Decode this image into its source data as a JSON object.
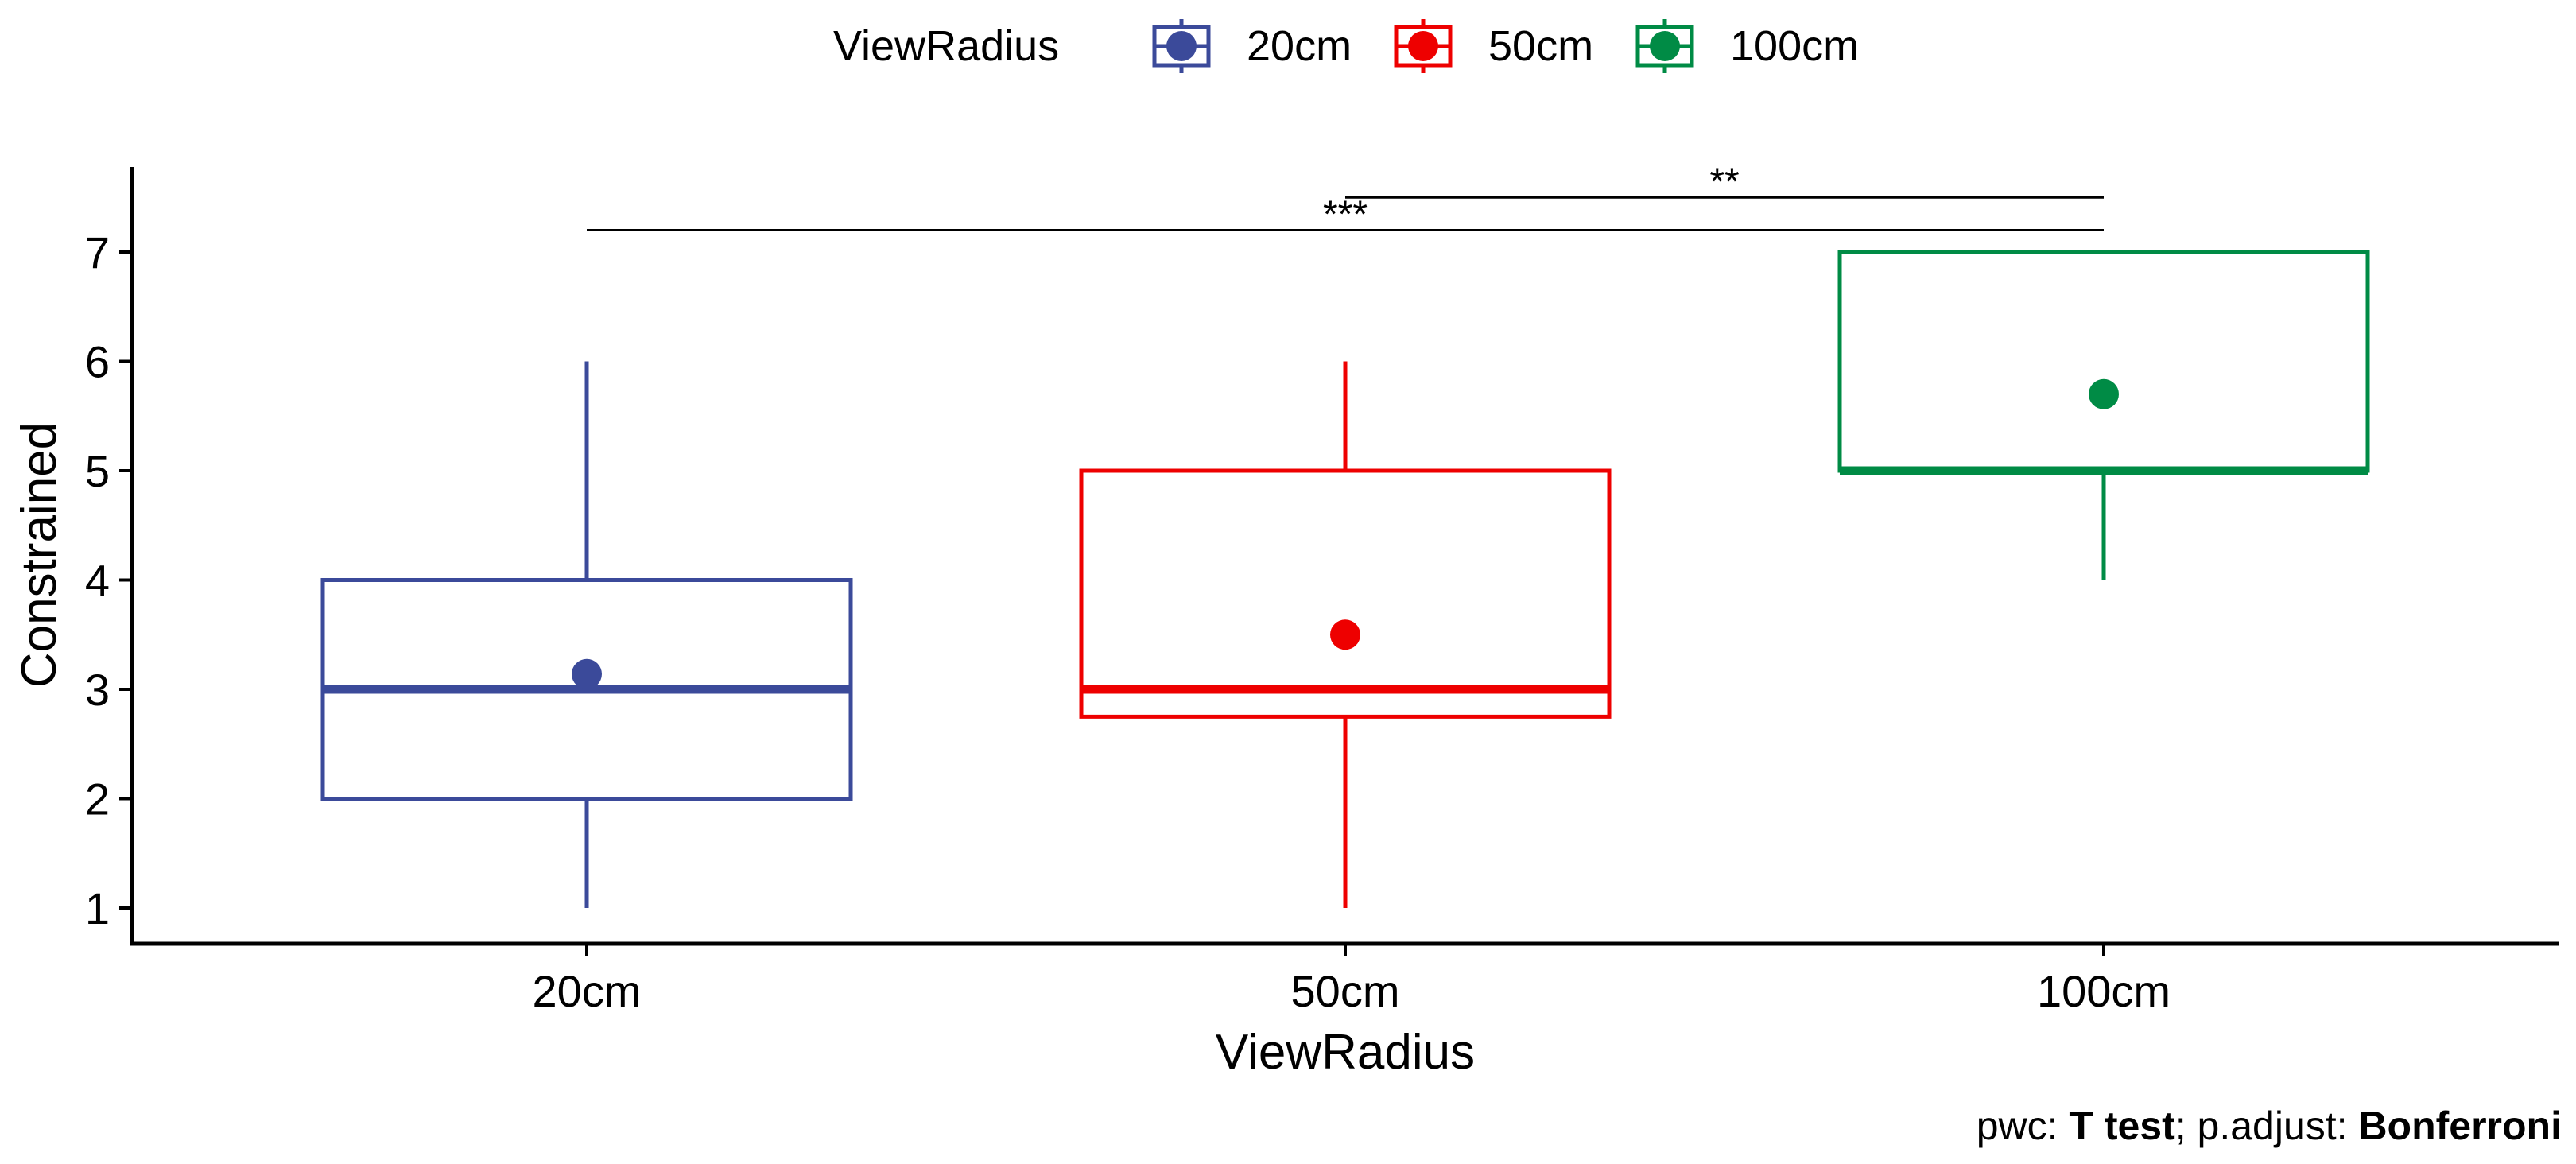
{
  "chart_data": {
    "type": "box",
    "xlabel": "ViewRadius",
    "ylabel": "Constrained",
    "ylim": [
      0.7,
      7.8
    ],
    "yticks": [
      1,
      2,
      3,
      4,
      5,
      6,
      7
    ],
    "categories": [
      "20cm",
      "50cm",
      "100cm"
    ],
    "legend": {
      "title": "ViewRadius",
      "placement": "top",
      "entries": [
        "20cm",
        "50cm",
        "100cm"
      ]
    },
    "series": [
      {
        "category": "20cm",
        "color": "#3b4a9a",
        "whisker_low": 1,
        "q1": 2,
        "median": 3,
        "q3": 4,
        "whisker_high": 6,
        "mean": 3.14
      },
      {
        "category": "50cm",
        "color": "#ee0000",
        "whisker_low": 1,
        "q1": 2.75,
        "median": 3,
        "q3": 5,
        "whisker_high": 6,
        "mean": 3.5
      },
      {
        "category": "100cm",
        "color": "#008b45",
        "whisker_low": 4,
        "q1": 5,
        "median": 5,
        "q3": 7,
        "whisker_high": 7,
        "mean": 5.7
      }
    ],
    "comparisons": [
      {
        "from": "20cm",
        "to": "100cm",
        "y": 7.2,
        "label": "***"
      },
      {
        "from": "50cm",
        "to": "100cm",
        "y": 7.5,
        "label": "**"
      }
    ],
    "caption": {
      "prefix": "pwc: ",
      "test": "T test",
      "middle": "; p.adjust: ",
      "method": "Bonferroni"
    }
  }
}
